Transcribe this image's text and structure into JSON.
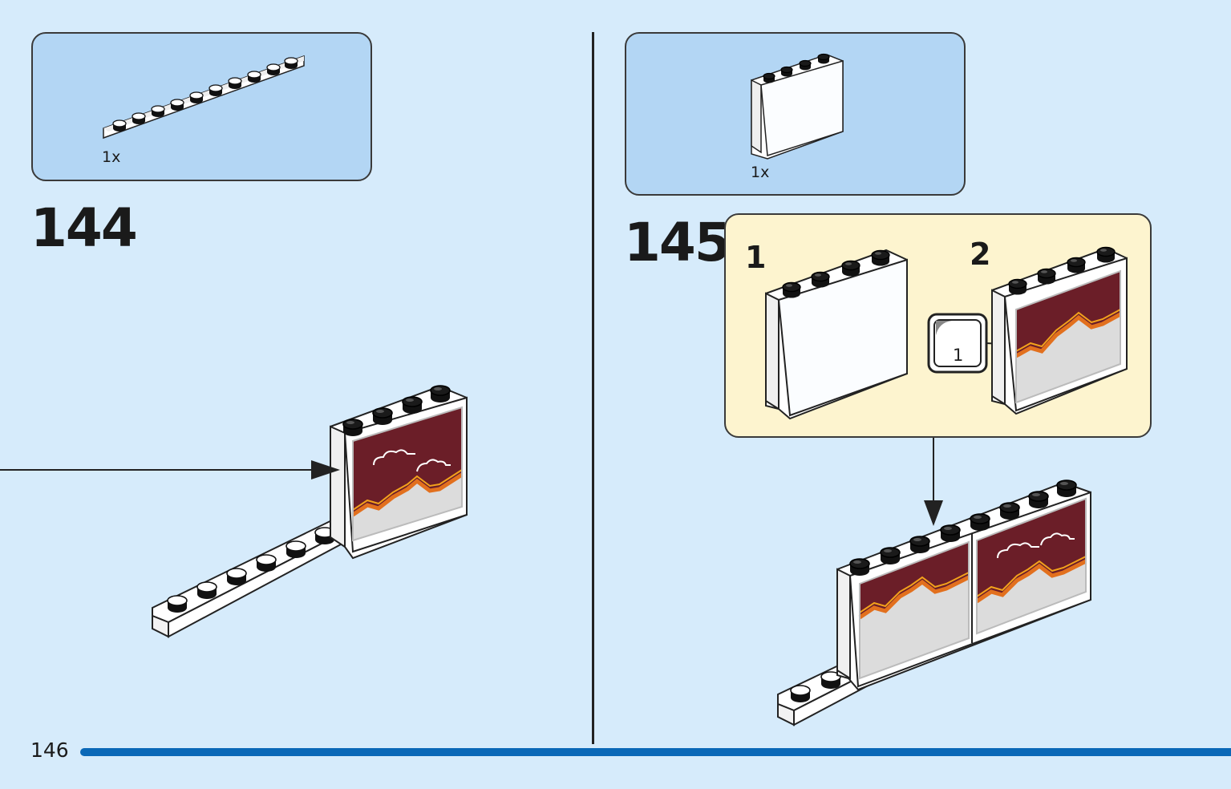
{
  "page": {
    "number": "146",
    "progress": 1.0
  },
  "colors": {
    "background": "#d6ebfb",
    "parts_box": "#b3d6f4",
    "subassembly_box": "#fdf4cf",
    "progress_bar": "#0a68b7",
    "panel_print": "#6b1e28",
    "mountain_orange": "#e2701e"
  },
  "steps": [
    {
      "number": "144",
      "parts": [
        {
          "icon": "plate-1x10-white-icon",
          "quantity": "1x"
        }
      ]
    },
    {
      "number": "145",
      "parts": [
        {
          "icon": "panel-1x4x3-white-icon",
          "quantity": "1x"
        }
      ],
      "subassembly": {
        "steps": [
          {
            "number": "1"
          },
          {
            "number": "2",
            "sticker": "1"
          }
        ]
      }
    }
  ]
}
